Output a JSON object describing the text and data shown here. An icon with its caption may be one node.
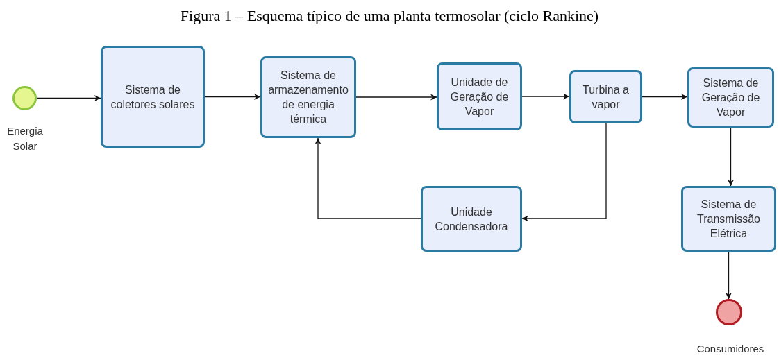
{
  "diagram": {
    "title": "Figura 1 – Esquema típico de uma planta termosolar (ciclo Rankine)",
    "nodes": [
      {
        "text": [],
        "shape": "circle",
        "beside": [
          "Energia Solar"
        ]
      },
      {
        "text": [
          "Sistema de coletores solares"
        ]
      },
      {
        "text": [
          "Sistema de armazenamento de energia térmica"
        ]
      },
      {
        "text": [
          "Unidade de Geração de Vapor"
        ]
      },
      {
        "text": [
          "Turbina a vapor"
        ]
      },
      {
        "text": [
          "Sistema de Geração de Vapor"
        ]
      },
      {
        "text": [
          "Unidade Condensadora"
        ]
      },
      {
        "text": [
          "Sistema de Transmissão Elétrica"
        ]
      },
      {
        "text": [],
        "shape": "circle",
        "beside": [
          "Consumidores"
        ]
      }
    ],
    "edges": [
      {
        "from": 0,
        "to": 1,
        "arrow": "to"
      },
      {
        "from": 1,
        "to": 2,
        "arrow": "to"
      },
      {
        "from": 2,
        "to": 3,
        "arrow": "to"
      },
      {
        "from": 3,
        "to": 4,
        "arrow": "to"
      },
      {
        "from": 4,
        "to": 5,
        "arrow": "to"
      },
      {
        "from": 4,
        "to": 6,
        "arrow": "to"
      },
      {
        "from": 6,
        "to": 2,
        "arrow": "to"
      },
      {
        "from": 5,
        "to": 7,
        "arrow": "to"
      },
      {
        "from": 7,
        "to": 8,
        "arrow": "to"
      }
    ]
  }
}
